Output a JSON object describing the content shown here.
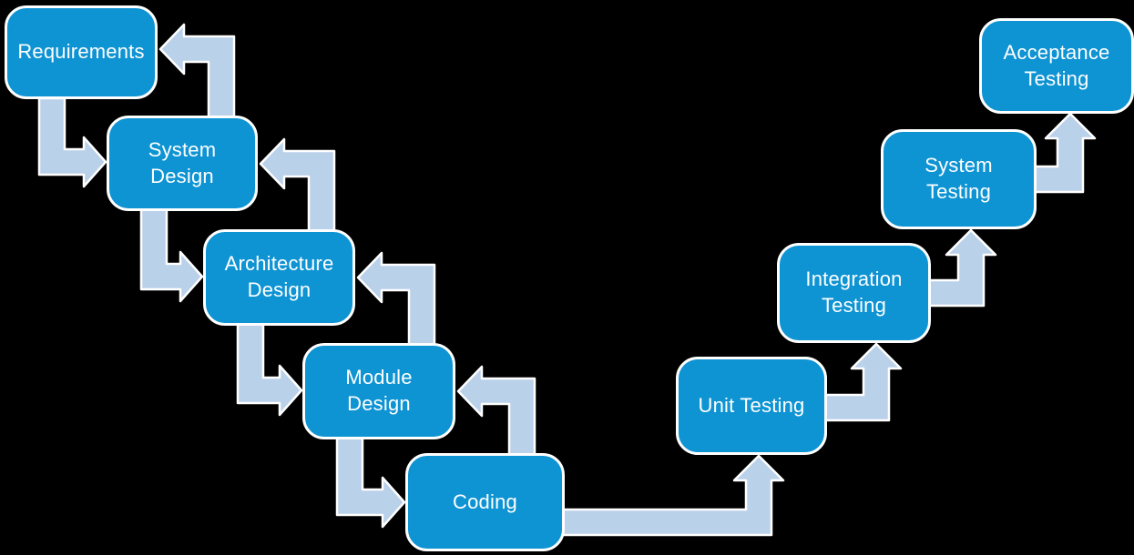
{
  "diagram": {
    "type": "v-model-flowchart",
    "nodes": [
      {
        "id": "requirements",
        "label": "Requirements"
      },
      {
        "id": "system-design",
        "label": "System\nDesign"
      },
      {
        "id": "architecture-design",
        "label": "Architecture\nDesign"
      },
      {
        "id": "module-design",
        "label": "Module\nDesign"
      },
      {
        "id": "coding",
        "label": "Coding"
      },
      {
        "id": "unit-testing",
        "label": "Unit Testing"
      },
      {
        "id": "integration-testing",
        "label": "Integration\nTesting"
      },
      {
        "id": "system-testing",
        "label": "System\nTesting"
      },
      {
        "id": "acceptance-testing",
        "label": "Acceptance\nTesting"
      }
    ],
    "edges": [
      {
        "from": "requirements",
        "to": "system-design"
      },
      {
        "from": "system-design",
        "to": "requirements"
      },
      {
        "from": "system-design",
        "to": "architecture-design"
      },
      {
        "from": "architecture-design",
        "to": "system-design"
      },
      {
        "from": "architecture-design",
        "to": "module-design"
      },
      {
        "from": "module-design",
        "to": "architecture-design"
      },
      {
        "from": "module-design",
        "to": "coding"
      },
      {
        "from": "coding",
        "to": "module-design"
      },
      {
        "from": "coding",
        "to": "unit-testing"
      },
      {
        "from": "unit-testing",
        "to": "integration-testing"
      },
      {
        "from": "integration-testing",
        "to": "system-testing"
      },
      {
        "from": "system-testing",
        "to": "acceptance-testing"
      }
    ],
    "colors": {
      "background": "#000000",
      "node_fill": "#0E93D3",
      "node_border": "#FFFFFF",
      "node_text": "#FFFFFF",
      "arrow_fill": "#BAD1EA",
      "arrow_outline": "#FFFFFF"
    }
  }
}
